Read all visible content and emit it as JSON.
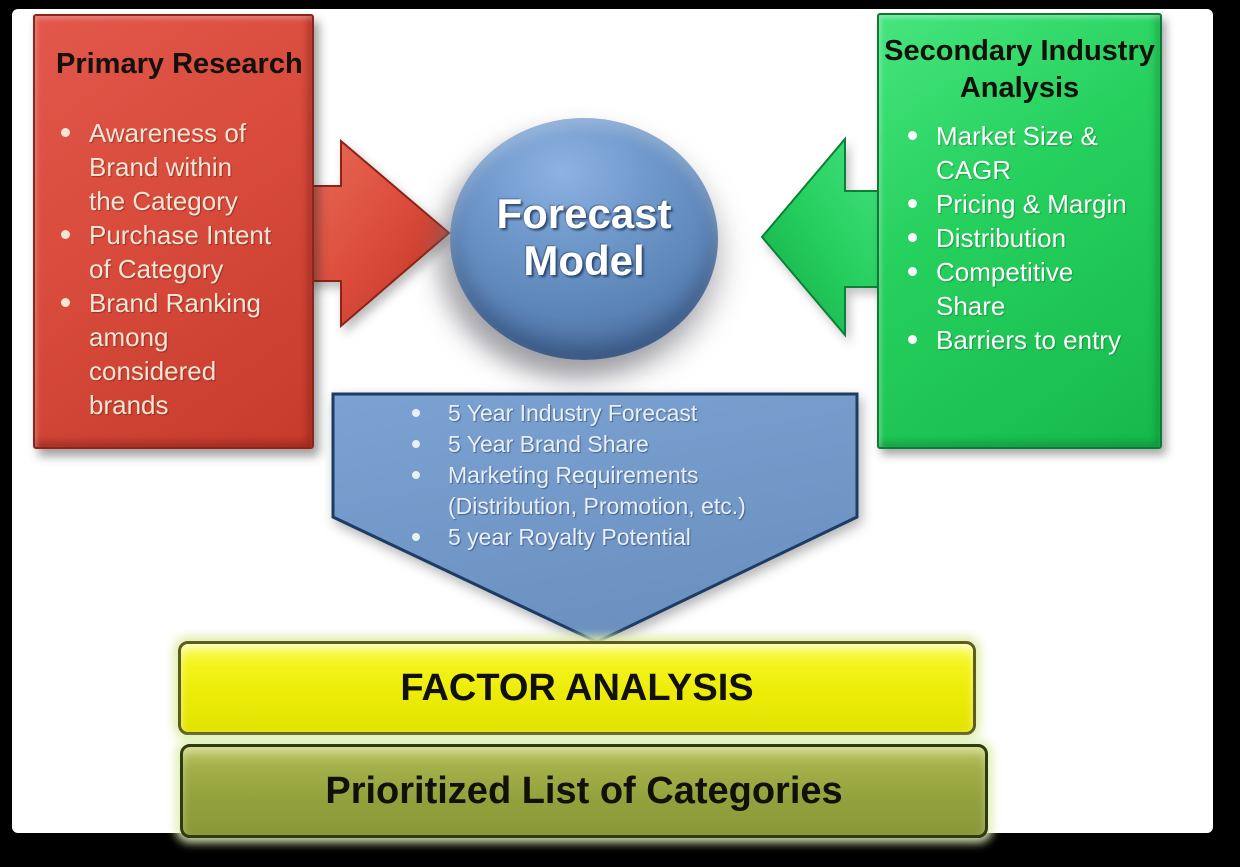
{
  "slide": {
    "background_color": "#ffffff",
    "frame_color": "#000000"
  },
  "primary_research": {
    "title": "Primary Research",
    "bullets": [
      "Awareness of\nBrand within\nthe Category",
      "Purchase Intent\nof Category",
      "Brand Ranking\namong\nconsidered\nbrands"
    ],
    "fill_color": "#d84b3d",
    "title_color": "#14100a",
    "text_color": "#f3e6d4"
  },
  "secondary_industry": {
    "title": "Secondary Industry\nAnalysis",
    "bullets": [
      "Market Size &\nCAGR",
      "Pricing & Margin",
      "Distribution",
      "Competitive\nShare",
      "Barriers to entry"
    ],
    "fill_color": "#27d15e",
    "title_color": "#14100a",
    "text_color": "#fefefe"
  },
  "forecast_model": {
    "label": "Forecast\nModel",
    "fill_color": "#5d86b8",
    "text_color": "#ffffff"
  },
  "model_outputs": {
    "bullets": [
      "5 Year Industry Forecast",
      "5 Year Brand Share",
      "Marketing Requirements\n(Distribution, Promotion, etc.)",
      "5 year Royalty Potential"
    ],
    "fill_color": "#7098c9",
    "text_color": "#e9eff8"
  },
  "factor_analysis": {
    "label": "FACTOR ANALYSIS",
    "fill_color": "#ebeb06",
    "text_color": "#11110a"
  },
  "prioritized_list": {
    "label": "Prioritized List of Categories",
    "fill_color": "#93a13c",
    "text_color": "#11110a"
  },
  "arrows": {
    "primary_to_model_color": "#d6473a",
    "secondary_to_model_color": "#22c95a"
  }
}
